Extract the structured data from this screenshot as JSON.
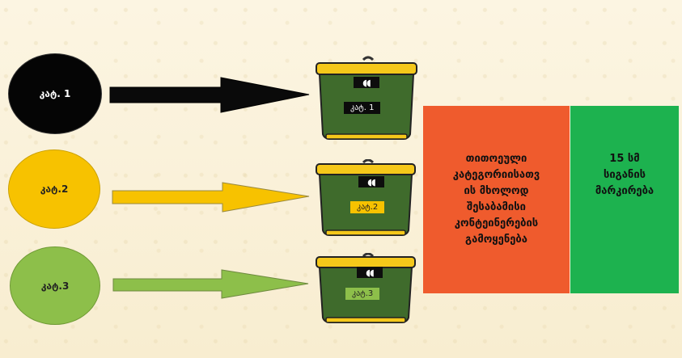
{
  "categories": [
    {
      "label": "კატ. 1",
      "tag": "კატ. 1",
      "color": "#050505"
    },
    {
      "label": "კატ.2",
      "tag": "კატ.2",
      "color": "#f7c200"
    },
    {
      "label": "კატ.3",
      "tag": "კატ.3",
      "color": "#8dbf4a"
    }
  ],
  "eyes": "◖◖",
  "orange_box": {
    "text": "თითოეული\nკატეგორიისათვ\nის მხოლოდ\nშესაბამისი\nკონტეინერების\nგამოყენება",
    "color": "#ef5b2d"
  },
  "green_box": {
    "text": "15 სმ\nსიგანის\nმარკირება",
    "color": "#1db24f"
  }
}
